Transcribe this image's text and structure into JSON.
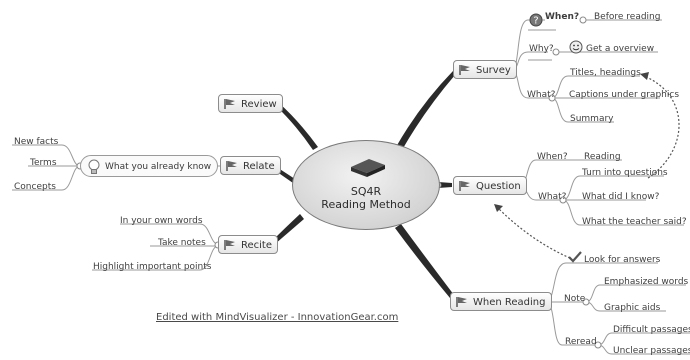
{
  "center": {
    "line1": "SQ4R",
    "line2": "Reading Method"
  },
  "nodes": {
    "survey": "Survey",
    "question": "Question",
    "when_reading": "When Reading",
    "review": "Review",
    "relate": "Relate",
    "recite": "Recite"
  },
  "survey": {
    "when_label": "When?",
    "when_value": "Before reading",
    "why_label": "Why?",
    "why_value": "Get a overview",
    "what_label": "What?",
    "what_items": [
      "Titles, headings",
      "Captions under graphics",
      "Summary"
    ]
  },
  "question": {
    "when_label": "When?",
    "when_value": "Reading",
    "what_label": "What?",
    "what_items": [
      "Turn into questions",
      "What did I know?",
      "What the teacher said?"
    ]
  },
  "when_reading": {
    "look": "Look for answers",
    "note_label": "Note",
    "note_items": [
      "Emphasized words",
      "Graphic aids"
    ],
    "reread_label": "Reread",
    "reread_items": [
      "Difficult passages",
      "Unclear passages"
    ]
  },
  "relate": {
    "bubble": "What you already know",
    "items": [
      "New facts",
      "Terms",
      "Concepts"
    ]
  },
  "recite": {
    "items": [
      "In your own words",
      "Take notes",
      "Highlight important points"
    ]
  },
  "footer": "Edited with MindVisualizer - InnovationGear.com"
}
